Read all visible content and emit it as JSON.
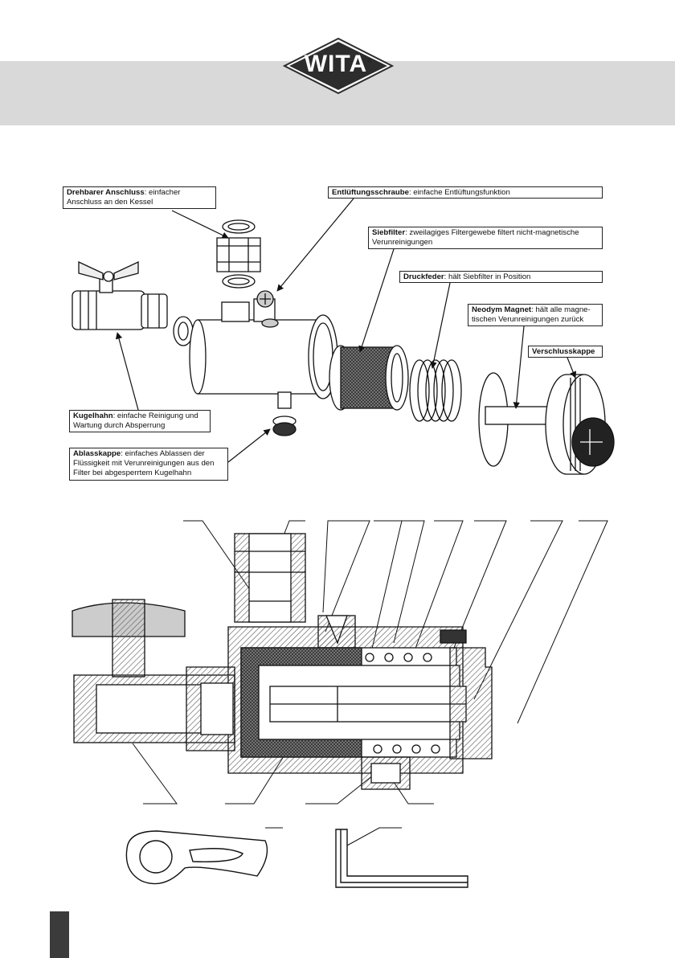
{
  "brand": {
    "logo_text": "WITA",
    "registered_mark": "®"
  },
  "callouts": {
    "rotating_connection": {
      "term": "Drehbarer Anschluss",
      "text": ": einfacher Anschluss an den Kessel"
    },
    "vent_screw": {
      "term": "Entlüftungsschraube",
      "text": ": einfache Entlüftungsfunktion"
    },
    "sieve_filter": {
      "term": "Siebfilter",
      "text": ": zweilagiges Filtergewebe filtert nicht-magnetische Verunreinigungen"
    },
    "compression_spring": {
      "term": "Druckfeder",
      "text": ": hält Siebfilter in Position"
    },
    "neodym_magnet": {
      "term": "Neodym Magnet",
      "text": ": hält alle magne-tischen Verunreinigungen zurück"
    },
    "closure_cap": {
      "term": "Verschlusskappe",
      "text": ""
    },
    "ball_valve": {
      "term": "Kugelhahn",
      "text": ": einfache Reinigung und Wartung durch Absperrung"
    },
    "drain_cap": {
      "term": "Ablasskappe",
      "text": ": einfaches Ablassen der Flüssigkeit mit Verunreinigungen aus den Filter bei abgesperrtem Kugelhahn"
    }
  },
  "colors": {
    "header_band": "#d9d9d9",
    "logo": "#2d2d2d",
    "footer_tab": "#3b3b3b",
    "hatch": "#555555"
  }
}
